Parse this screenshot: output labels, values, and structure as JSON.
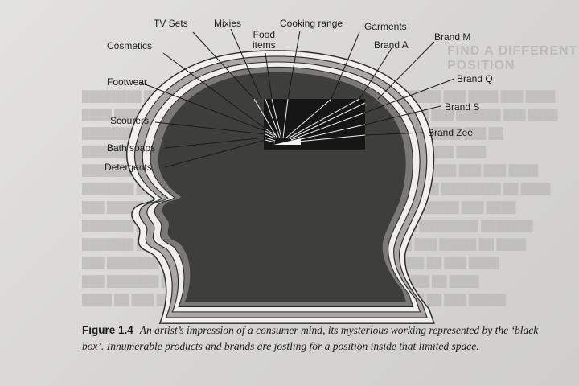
{
  "diagram": {
    "labels_left": [
      {
        "id": "tv-sets",
        "text": "TV Sets"
      },
      {
        "id": "mixies",
        "text": "Mixies"
      },
      {
        "id": "food-items",
        "text": "Food\nitems"
      },
      {
        "id": "cooking-range",
        "text": "Cooking range"
      },
      {
        "id": "garments",
        "text": "Garments"
      },
      {
        "id": "cosmetics",
        "text": "Cosmetics"
      },
      {
        "id": "footwear",
        "text": "Footwear"
      },
      {
        "id": "scourers",
        "text": "Scourers"
      },
      {
        "id": "bath-soaps",
        "text": "Bath soaps"
      },
      {
        "id": "detergents",
        "text": "Detergents"
      }
    ],
    "labels_right": [
      {
        "id": "brand-a",
        "text": "Brand A"
      },
      {
        "id": "brand-m",
        "text": "Brand M"
      },
      {
        "id": "brand-q",
        "text": "Brand Q"
      },
      {
        "id": "brand-s",
        "text": "Brand S"
      },
      {
        "id": "brand-zee",
        "text": "Brand Zee"
      }
    ]
  },
  "caption": {
    "figure_label": "Figure 1.4",
    "text": "An artist’s impression of a consumer mind, its mysterious working represented by the ‘black box’. Innumerable products and brands are jostling for a position inside that limited space."
  }
}
